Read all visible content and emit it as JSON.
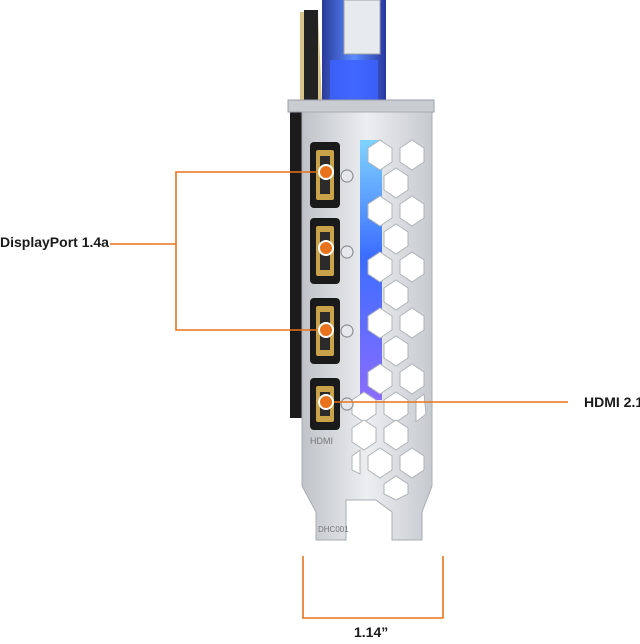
{
  "labels": {
    "displayport": "DisplayPort 1.4a",
    "hdmi": "HDMI 2.1",
    "width": "1.14”",
    "bracket_code": "DHC001",
    "hdmi_engraving": "HDMI"
  },
  "colors": {
    "accent": "#e8731c",
    "bracket": "#d6d9dd",
    "port": "#1a1a1a",
    "port_gold": "#c9a24a",
    "led_blue": "#3b7bff"
  },
  "icons": [
    "displayport-port",
    "hdmi-port",
    "screw-icon",
    "callout-dot"
  ]
}
